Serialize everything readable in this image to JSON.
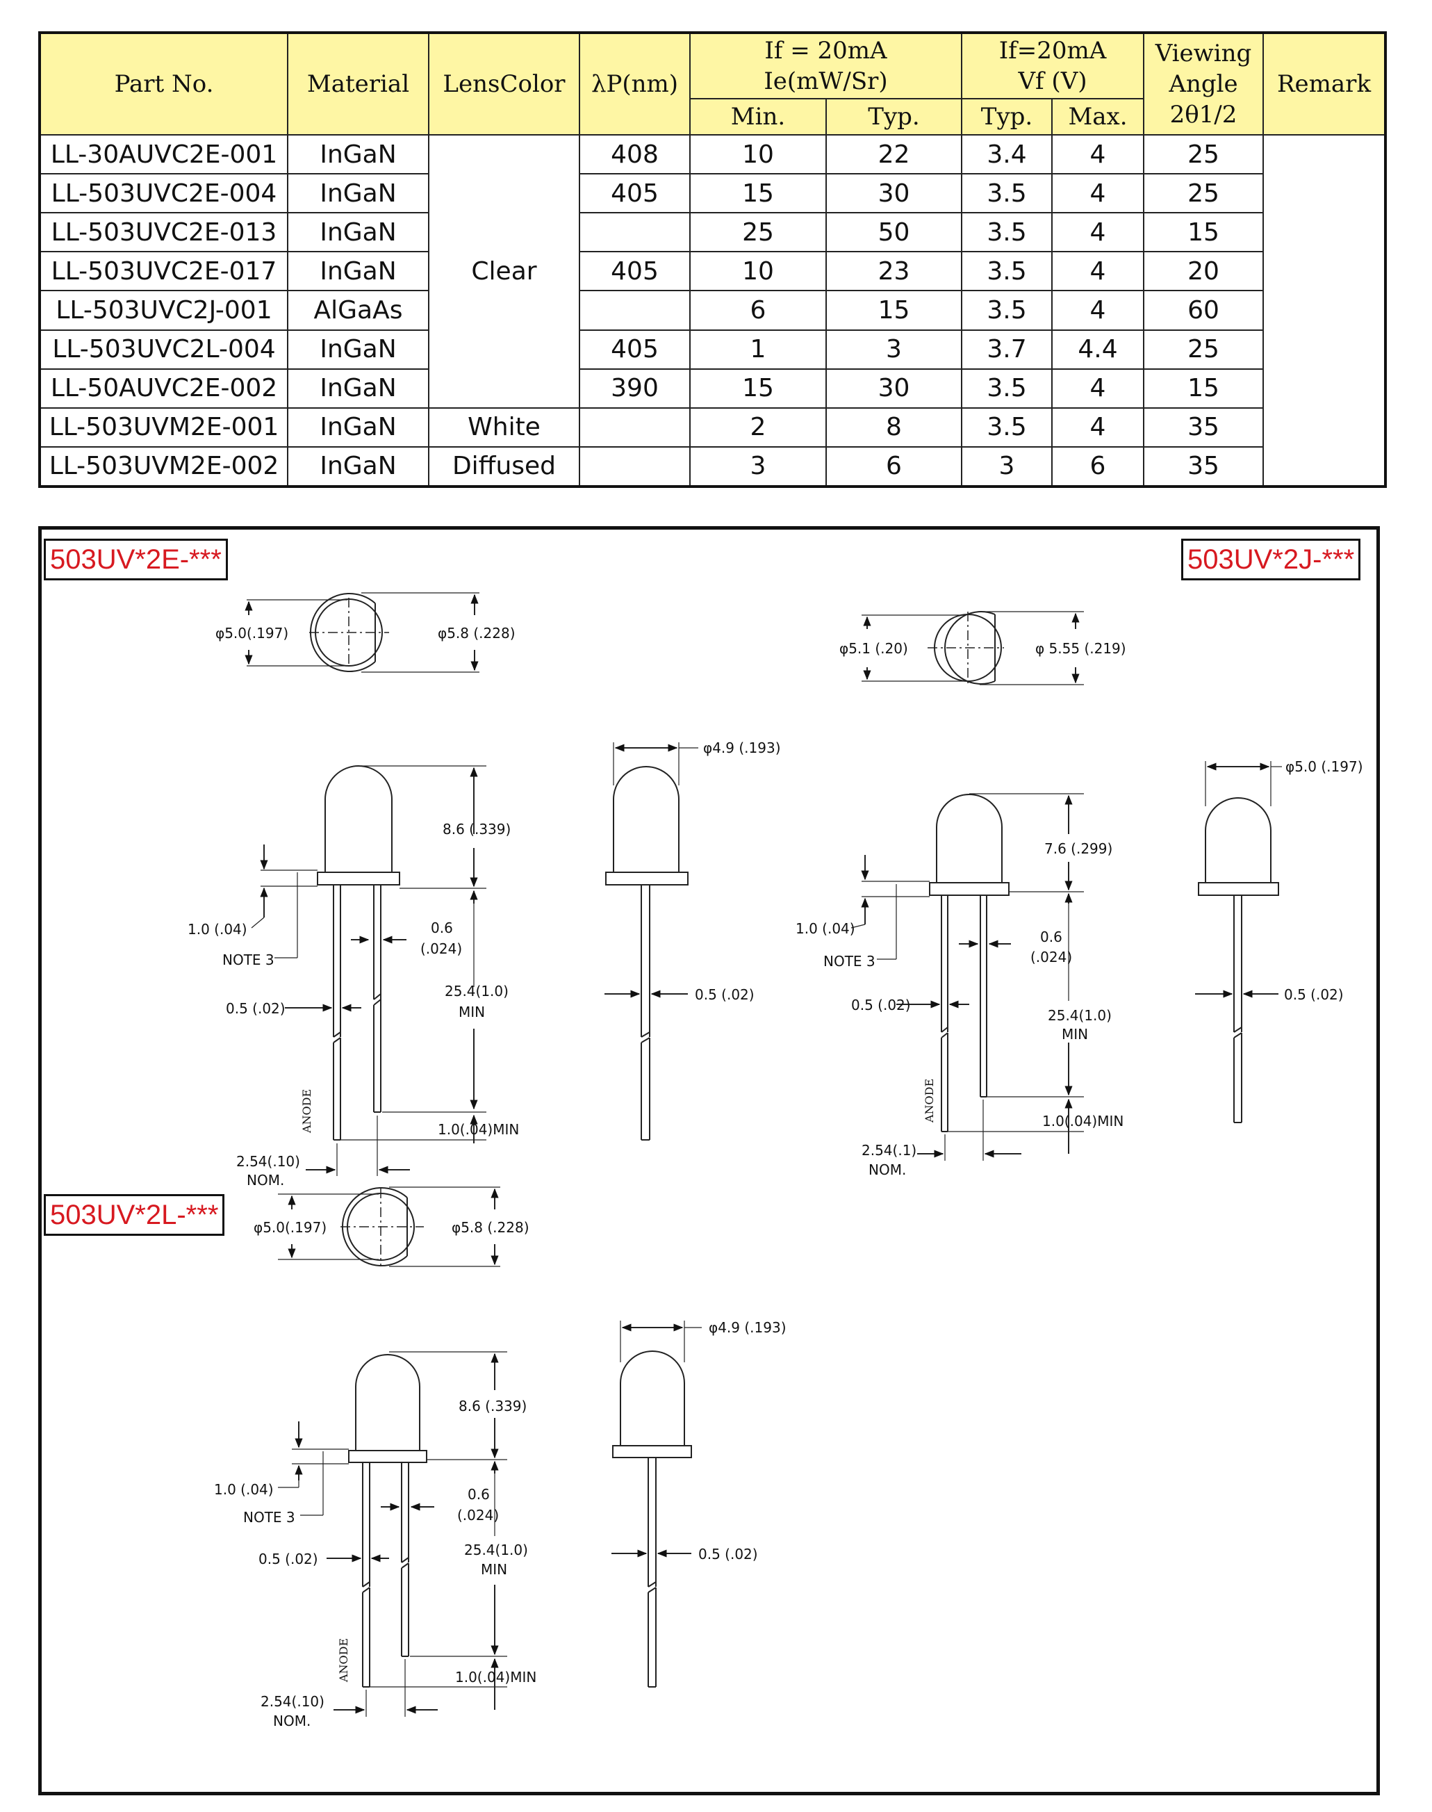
{
  "table": {
    "headers": {
      "part_no": "Part  No.",
      "material": "Material",
      "lens_color": "LensColor",
      "lambda_p": "λP(nm)",
      "ie_group_line1": "If = 20mA",
      "ie_group_line2": "Ie(mW/Sr)",
      "vf_group_line1": "If=20mA",
      "vf_group_line2": "Vf  (V)",
      "viewing_line1": "Viewing",
      "viewing_line2": "Angle",
      "viewing_line3": "2θ1/2",
      "remark": "Remark",
      "ie_min": "Min.",
      "ie_typ": "Typ.",
      "vf_typ": "Typ.",
      "vf_max": "Max."
    },
    "lens_groups": [
      "Clear",
      "White",
      "Diffused"
    ],
    "rows": [
      {
        "part": "LL-30AUVC2E-001",
        "material": "InGaN",
        "lambda": "408",
        "ie_min": "10",
        "ie_typ": "22",
        "vf_typ": "3.4",
        "vf_max": "4",
        "angle": "25"
      },
      {
        "part": "LL-503UVC2E-004",
        "material": "InGaN",
        "lambda": "405",
        "ie_min": "15",
        "ie_typ": "30",
        "vf_typ": "3.5",
        "vf_max": "4",
        "angle": "25"
      },
      {
        "part": "LL-503UVC2E-013",
        "material": "InGaN",
        "lambda": "",
        "ie_min": "25",
        "ie_typ": "50",
        "vf_typ": "3.5",
        "vf_max": "4",
        "angle": "15"
      },
      {
        "part": "LL-503UVC2E-017",
        "material": "InGaN",
        "lambda": "405",
        "ie_min": "10",
        "ie_typ": "23",
        "vf_typ": "3.5",
        "vf_max": "4",
        "angle": "20"
      },
      {
        "part": "LL-503UVC2J-001",
        "material": "AlGaAs",
        "lambda": "",
        "ie_min": "6",
        "ie_typ": "15",
        "vf_typ": "3.5",
        "vf_max": "4",
        "angle": "60"
      },
      {
        "part": "LL-503UVC2L-004",
        "material": "InGaN",
        "lambda": "405",
        "ie_min": "1",
        "ie_typ": "3",
        "vf_typ": "3.7",
        "vf_max": "4.4",
        "angle": "25"
      },
      {
        "part": "LL-50AUVC2E-002",
        "material": "InGaN",
        "lambda": "390",
        "ie_min": "15",
        "ie_typ": "30",
        "vf_typ": "3.5",
        "vf_max": "4",
        "angle": "15"
      },
      {
        "part": "LL-503UVM2E-001",
        "material": "InGaN",
        "lambda": "",
        "ie_min": "2",
        "ie_typ": "8",
        "vf_typ": "3.5",
        "vf_max": "4",
        "angle": "35"
      },
      {
        "part": "LL-503UVM2E-002",
        "material": "InGaN",
        "lambda": "",
        "ie_min": "3",
        "ie_typ": "6",
        "vf_typ": "3",
        "vf_max": "6",
        "angle": "35"
      }
    ]
  },
  "drawings": {
    "labels": {
      "e_series": "503UV*2E-***",
      "j_series": "503UV*2J-***",
      "l_series": "503UV*2L-***"
    },
    "e": {
      "dia_flange": "φ5.0(.197)",
      "dia_body": "φ5.8 (.228)",
      "side_dia": "φ4.9 (.193)",
      "height": "8.6 (.339)",
      "flange": "1.0 (.04)",
      "note": "NOTE 3",
      "lead_gap_1": "0.6",
      "lead_gap_2": "(.024)",
      "lead_w": "0.5 (.02)",
      "length_1": "25.4(1.0)",
      "length_2": "MIN",
      "bottom_1": "1.0(.04)MIN",
      "pitch_1": "2.54(.10)",
      "pitch_2": "NOM.",
      "anode": "ANODE",
      "side_lead": "0.5 (.02)"
    },
    "j": {
      "dia_flange": "φ5.1 (.20)",
      "dia_body": "φ 5.55 (.219)",
      "side_dia": "φ5.0 (.197)",
      "height": "7.6 (.299)",
      "flange": "1.0 (.04)",
      "note": "NOTE 3",
      "lead_gap_1": "0.6",
      "lead_gap_2": "(.024)",
      "lead_w": "0.5 (.02)",
      "length_1": "25.4(1.0)",
      "length_2": "MIN",
      "bottom_1": "1.0(.04)MIN",
      "pitch_1": "2.54(.1)",
      "pitch_2": "NOM.",
      "anode": "ANODE",
      "side_lead": "0.5 (.02)"
    },
    "l": {
      "dia_flange": "φ5.0(.197)",
      "dia_body": "φ5.8 (.228)",
      "side_dia": "φ4.9 (.193)",
      "height": "8.6 (.339)",
      "flange": "1.0 (.04)",
      "note": "NOTE 3",
      "lead_gap_1": "0.6",
      "lead_gap_2": "(.024)",
      "lead_w": "0.5 (.02)",
      "length_1": "25.4(1.0)",
      "length_2": "MIN",
      "bottom_1": "1.0(.04)MIN",
      "pitch_1": "2.54(.10)",
      "pitch_2": "NOM.",
      "anode": "ANODE",
      "side_lead": "0.5 (.02)"
    }
  }
}
